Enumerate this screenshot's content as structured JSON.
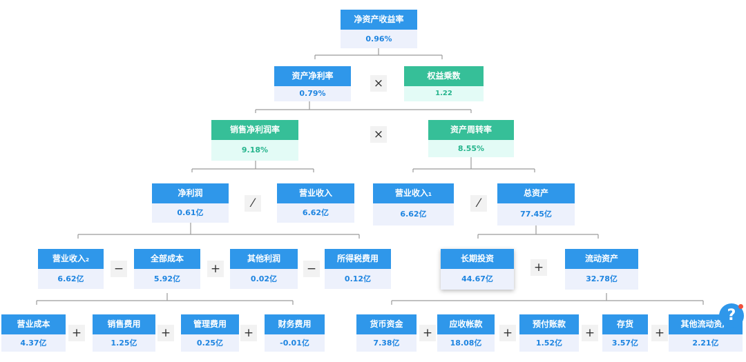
{
  "nodes": {
    "roe": {
      "label": "净资产收益率",
      "value": "0.96%"
    },
    "roa": {
      "label": "资产净利率",
      "value": "0.79%"
    },
    "equity_multiplier": {
      "label": "权益乘数",
      "value": "1.22"
    },
    "net_profit_margin": {
      "label": "销售净利润率",
      "value": "9.18%"
    },
    "asset_turnover": {
      "label": "资产周转率",
      "value": "8.55%"
    },
    "net_profit": {
      "label": "净利润",
      "value": "0.61亿"
    },
    "revenue": {
      "label": "营业收入",
      "value": "6.62亿"
    },
    "revenue1": {
      "label": "营业收入₁",
      "value": "6.62亿"
    },
    "total_assets": {
      "label": "总资产",
      "value": "77.45亿"
    },
    "revenue2": {
      "label": "营业收入₂",
      "value": "6.62亿"
    },
    "total_cost": {
      "label": "全部成本",
      "value": "5.92亿"
    },
    "other_profit": {
      "label": "其他利润",
      "value": "0.02亿"
    },
    "income_tax": {
      "label": "所得税费用",
      "value": "0.12亿"
    },
    "long_term_investment": {
      "label": "长期投资",
      "value": "44.67亿"
    },
    "current_assets": {
      "label": "流动资产",
      "value": "32.78亿"
    },
    "operating_cost": {
      "label": "营业成本",
      "value": "4.37亿"
    },
    "selling_expense": {
      "label": "销售费用",
      "value": "1.25亿"
    },
    "admin_expense": {
      "label": "管理费用",
      "value": "0.25亿"
    },
    "financial_expense": {
      "label": "财务费用",
      "value": "-0.01亿"
    },
    "monetary_funds": {
      "label": "货币资金",
      "value": "7.38亿"
    },
    "accounts_receivable": {
      "label": "应收帐款",
      "value": "18.08亿"
    },
    "prepayments": {
      "label": "预付账款",
      "value": "1.52亿"
    },
    "inventory": {
      "label": "存货",
      "value": "3.57亿"
    },
    "other_current_assets": {
      "label": "其他流动资产",
      "value": "2.21亿"
    }
  },
  "operators": {
    "multiply": "×",
    "divide": "⁄",
    "minus": "−",
    "plus": "+"
  },
  "help": {
    "glyph": "?"
  },
  "icons": {
    "help": "question-mark-icon"
  },
  "colors": {
    "blue_header": "#2f97ea",
    "blue_value_bg": "#edf1fc",
    "blue_value_text": "#1d84e0",
    "green_header": "#36bf98",
    "green_value_bg": "#e3fbf6",
    "green_value_text": "#25b48c",
    "connector": "#9a9a9a",
    "operator_bg": "#f2f2f2"
  }
}
